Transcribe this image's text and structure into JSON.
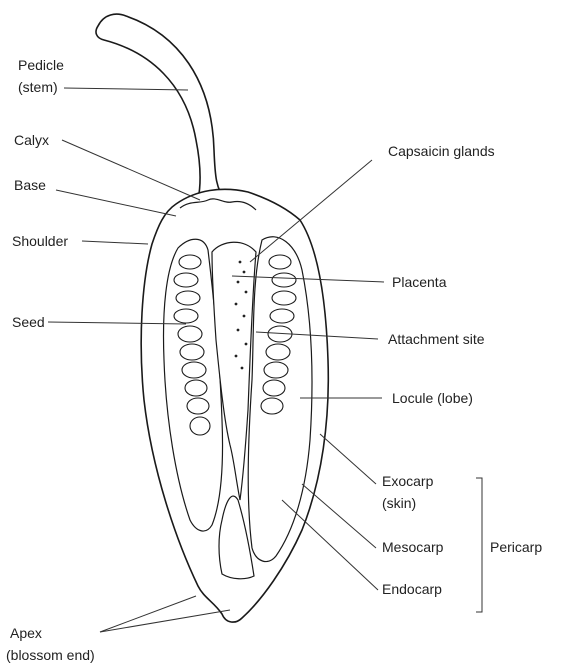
{
  "labels": {
    "pedicle": "Pedicle",
    "pedicle_sub": "(stem)",
    "calyx": "Calyx",
    "base": "Base",
    "shoulder": "Shoulder",
    "seed": "Seed",
    "apex": "Apex",
    "apex_sub": "(blossom end)",
    "capsaicin_glands": "Capsaicin glands",
    "placenta": "Placenta",
    "attachment_site": "Attachment site",
    "locule": "Locule (lobe)",
    "exocarp": "Exocarp",
    "exocarp_sub": "(skin)",
    "mesocarp": "Mesocarp",
    "endocarp": "Endocarp",
    "pericarp": "Pericarp"
  }
}
